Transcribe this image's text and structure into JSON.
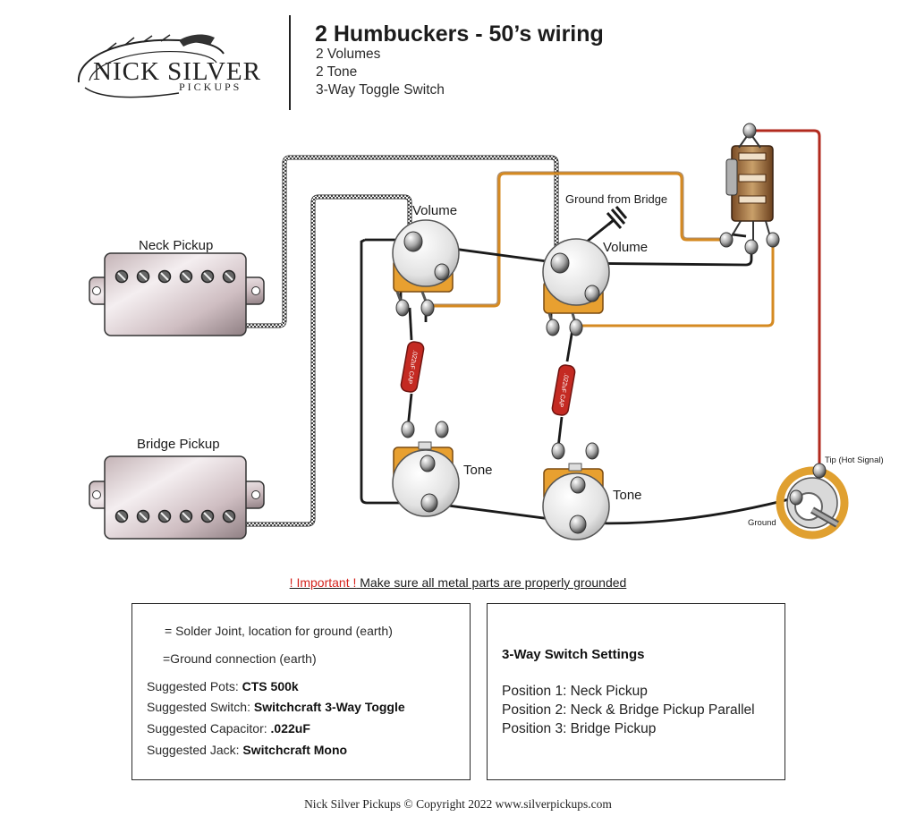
{
  "header": {
    "title": "2 Humbuckers - 50’s wiring",
    "specs": [
      "2 Volumes",
      "2 Tone",
      "3-Way Toggle Switch"
    ]
  },
  "logo": {
    "word_main": "NICK SILVER",
    "word_sub": "PICKUPS"
  },
  "diagram": {
    "neck_pickup": "Neck Pickup",
    "bridge_pickup": "Bridge Pickup",
    "volume_1": "Volume",
    "volume_2": "Volume",
    "tone_1": "Tone",
    "tone_2": "Tone",
    "ground_from_bridge": "Ground from Bridge",
    "tip_label": "Tip (Hot Signal)",
    "ground_label": "Ground",
    "cap_label": ".022uF CAP",
    "colors": {
      "wire_black": "#1a1a1a",
      "wire_orange": "#d58a22",
      "wire_red": "#b22a1e",
      "pot_shell": "#e8a030",
      "cap_red": "#c42a22"
    }
  },
  "notice": {
    "important": "! Important !",
    "text": " Make sure all metal parts are properly grounded"
  },
  "legend": {
    "solder_joint": "= Solder Joint, location for ground (earth)",
    "ground_connection": "=Ground connection (earth)",
    "pots_label": "Suggested Pots: ",
    "pots_value": "CTS 500k",
    "switch_label": "Suggested Switch: ",
    "switch_value": "Switchcraft 3-Way Toggle",
    "cap_label": "Suggested Capacitor: ",
    "cap_value": ".022uF",
    "jack_label": "Suggested Jack: ",
    "jack_value": "Switchcraft Mono"
  },
  "switch_settings": {
    "title": "3-Way Switch Settings",
    "positions": [
      "Position 1: Neck Pickup",
      "Position 2: Neck & Bridge Pickup Parallel",
      "Position 3: Bridge Pickup"
    ]
  },
  "footer": "Nick Silver Pickups © Copyright 2022    www.silverpickups.com"
}
